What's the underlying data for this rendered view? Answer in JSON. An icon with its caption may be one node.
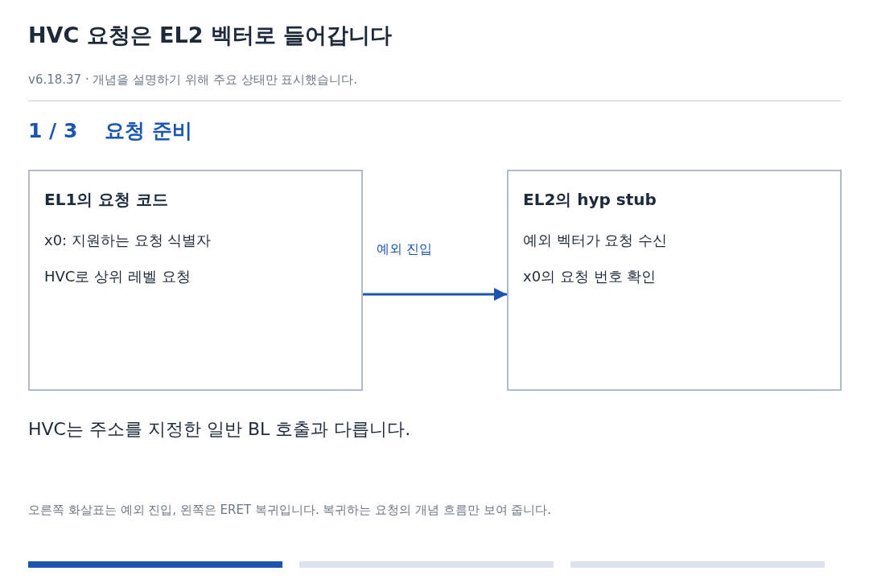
{
  "diagram": {
    "title": "HVC 요청은 EL2 벡터로 들어갑니다",
    "nodes": [
      {
        "text": [
          "EL1의 요청 코드",
          "x0: 지원하는 요청 식별자",
          "HVC로 상위 레벨 요청"
        ]
      },
      {
        "text": [
          "EL2의 hyp stub",
          "예외 벡터가 요청 수신",
          "x0의 요청 번호 확인"
        ]
      }
    ],
    "edges": [
      {
        "from": 0,
        "to": 1,
        "arrow": "to",
        "label": "예외 진입"
      }
    ],
    "labels": [
      "v6.18.37 · 개념을 설명하기 위해 주요 상태만 표시했습니다.",
      "1 / 3",
      "요청 준비",
      "HVC는 주소를 지정한 일반 BL 호출과 다릅니다.",
      "오른쪽 화살표는 예외 진입, 왼쪽은 ERET 복귀입니다. 복귀하는 요청의 개념 흐름만 보여 줍니다."
    ]
  }
}
